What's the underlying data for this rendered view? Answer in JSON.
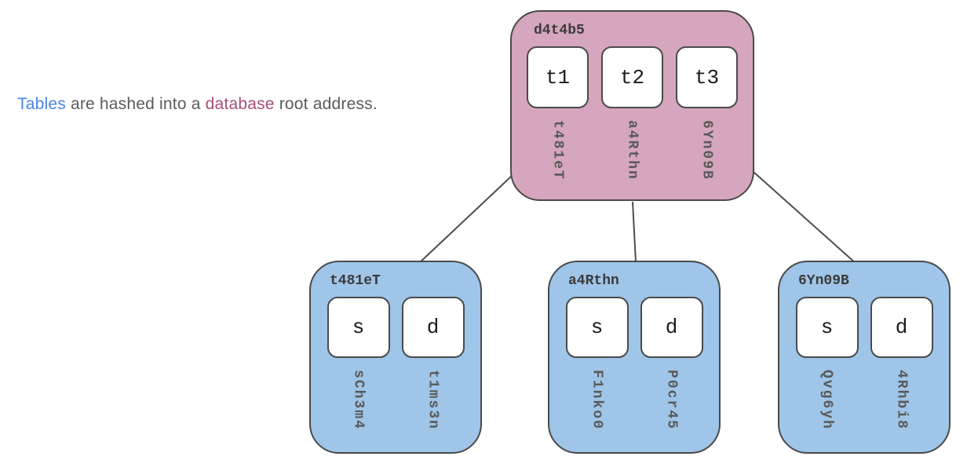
{
  "caption": {
    "part1": "Tables",
    "part2": " are hashed into a ",
    "part3": "database",
    "part4": " root address."
  },
  "colors": {
    "root_box_fill": "#d5a6bd",
    "table_box_fill": "#9fc5e8",
    "stroke": "#4a4a4a",
    "caption_text": "#5b5b5b",
    "caption_tables_word": "#4a86e8",
    "caption_database_word": "#a64d79",
    "hash_text": "#595959"
  },
  "root_box": {
    "label": "d4t4b5",
    "slots": [
      {
        "name": "t1",
        "hash": "t481eT"
      },
      {
        "name": "t2",
        "hash": "a4Rthn"
      },
      {
        "name": "t3",
        "hash": "6Yn09B"
      }
    ]
  },
  "table_boxes": [
    {
      "label": "t481eT",
      "slots": [
        {
          "name": "s",
          "hash": "sCh3m4"
        },
        {
          "name": "d",
          "hash": "t1ms3n"
        }
      ]
    },
    {
      "label": "a4Rthn",
      "slots": [
        {
          "name": "s",
          "hash": "F1nko0"
        },
        {
          "name": "d",
          "hash": "P0cr45"
        }
      ]
    },
    {
      "label": "6Yn09B",
      "slots": [
        {
          "name": "s",
          "hash": "Qvg6yh"
        },
        {
          "name": "d",
          "hash": "4Rhbi8"
        }
      ]
    }
  ]
}
